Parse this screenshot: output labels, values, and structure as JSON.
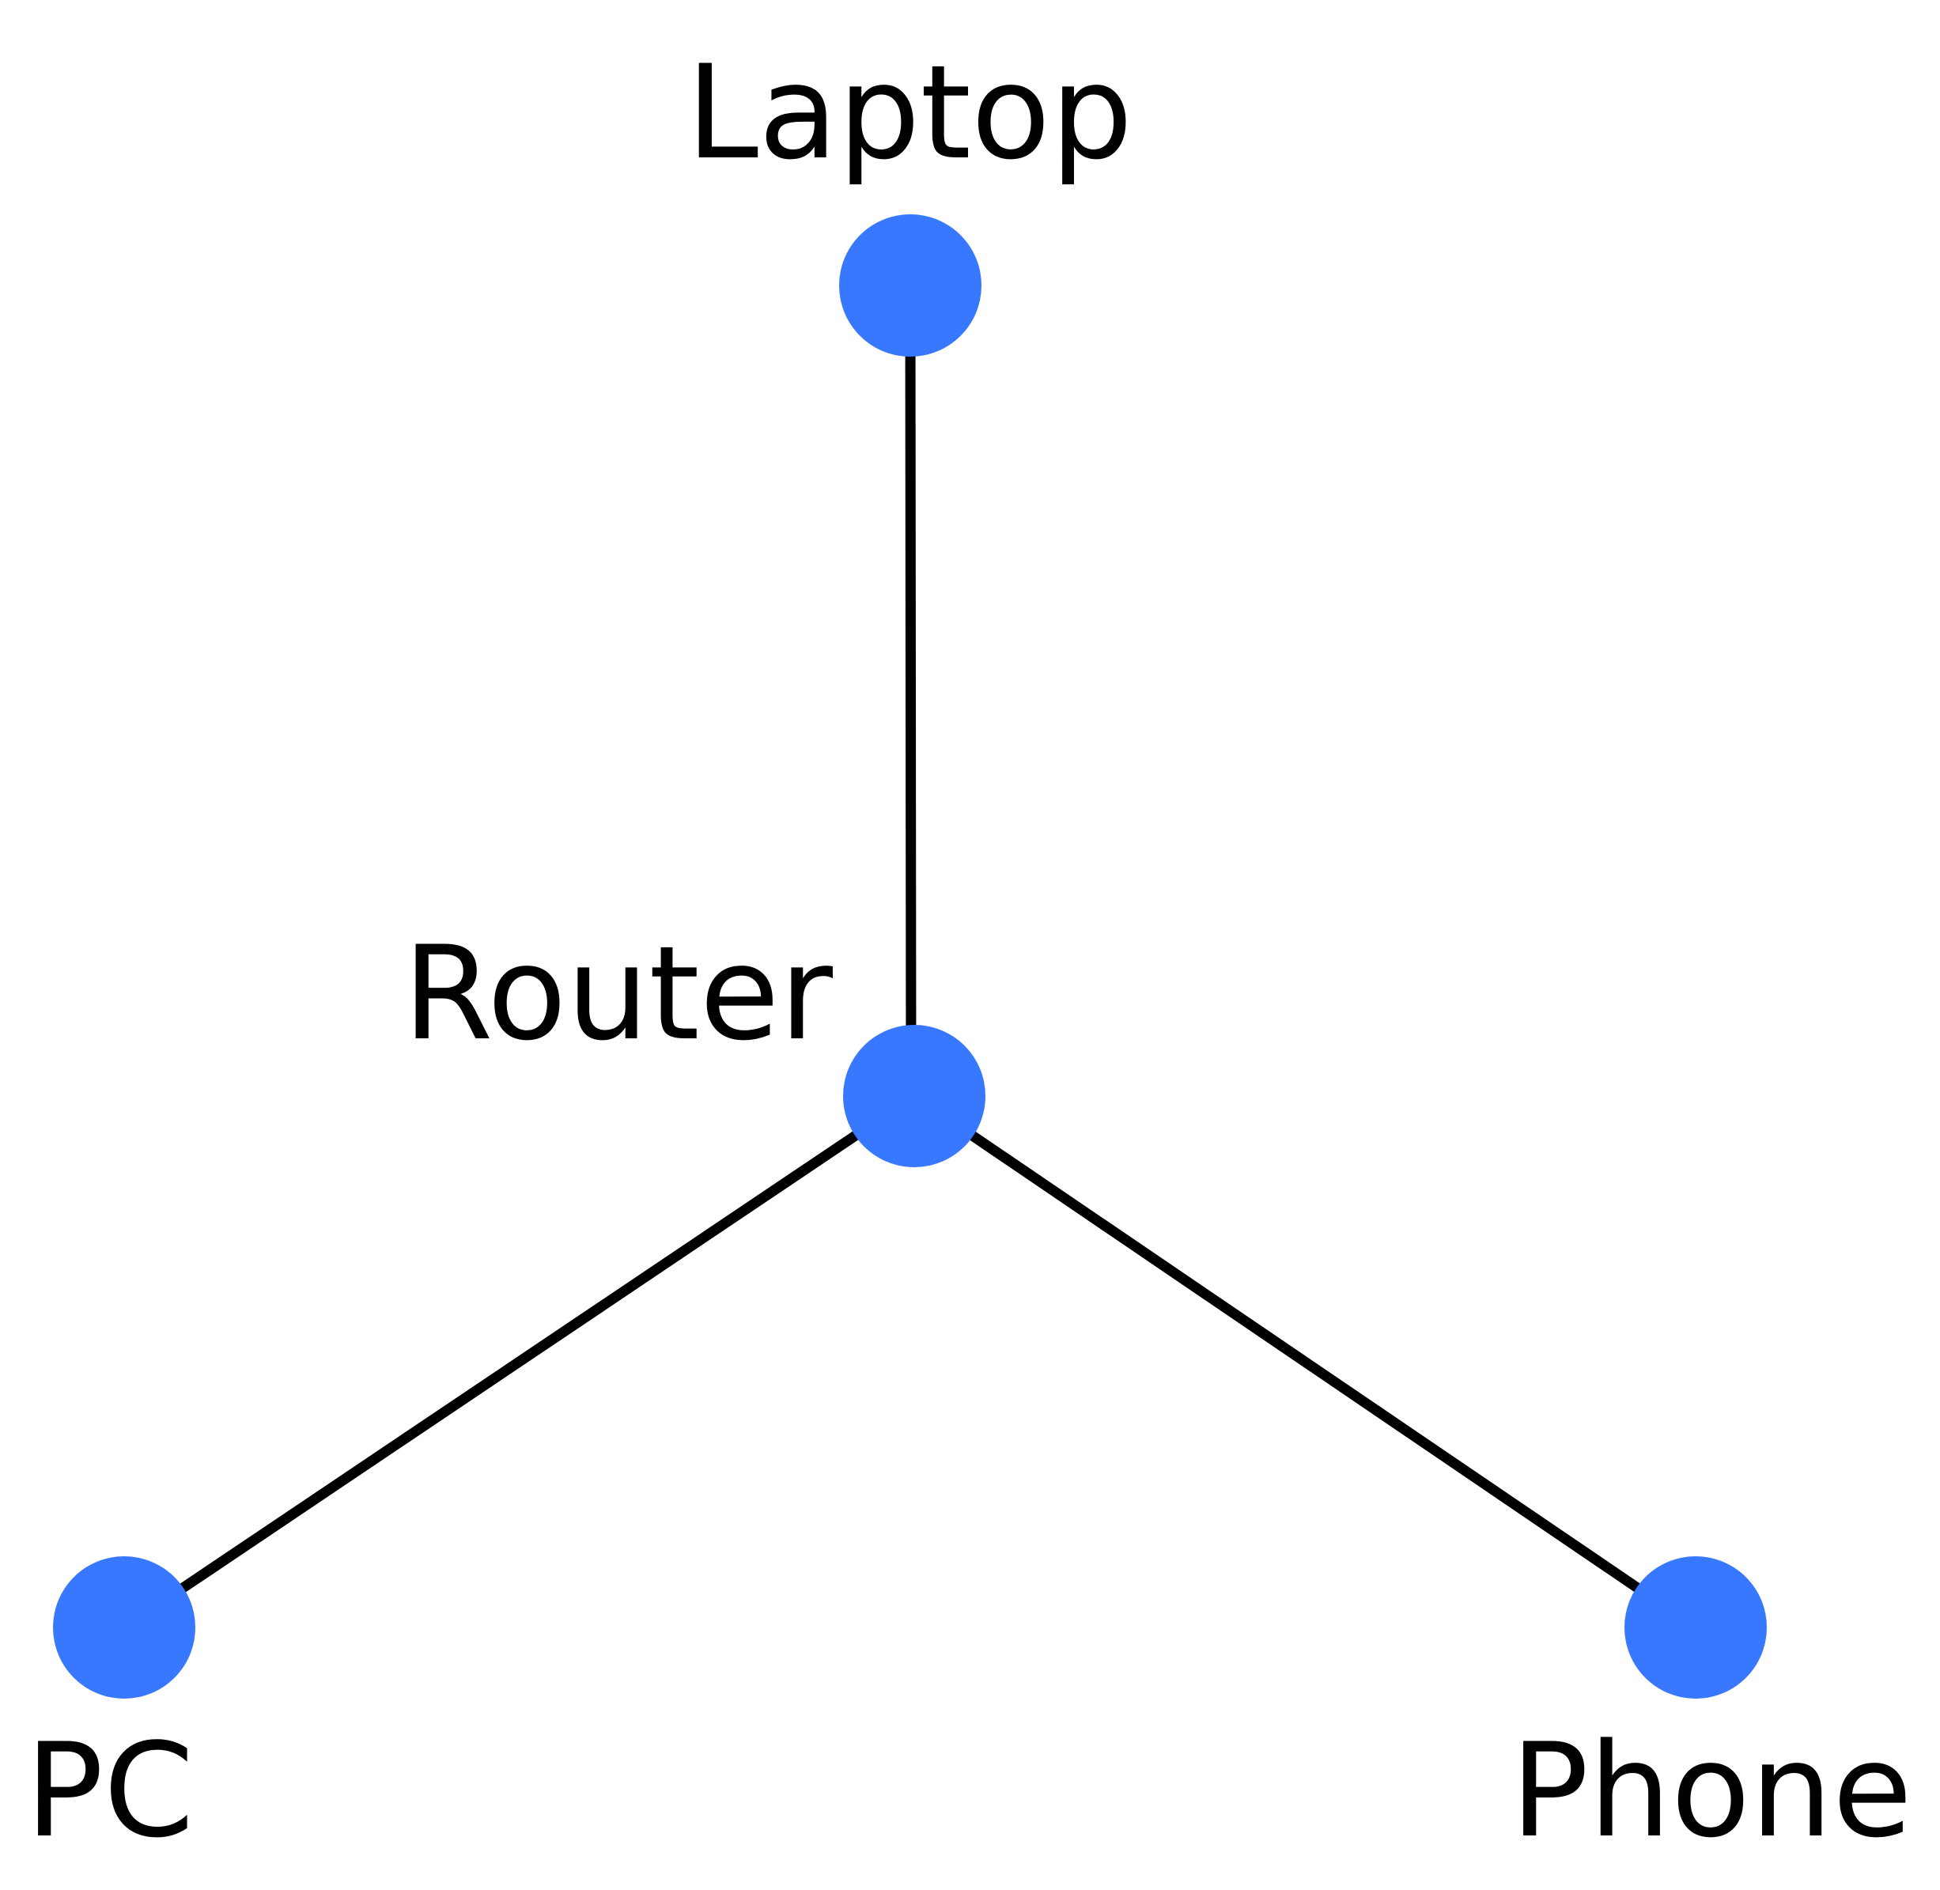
{
  "colors": {
    "node": "#3778FF",
    "edge": "#000000",
    "label": "#000000",
    "background": "#FFFFFF"
  },
  "nodes": {
    "laptop": {
      "label": "Laptop"
    },
    "router": {
      "label": "Router"
    },
    "pc": {
      "label": "PC"
    },
    "phone": {
      "label": "Phone"
    }
  },
  "edges": [
    {
      "from": "router",
      "to": "laptop"
    },
    {
      "from": "router",
      "to": "pc"
    },
    {
      "from": "router",
      "to": "phone"
    }
  ]
}
